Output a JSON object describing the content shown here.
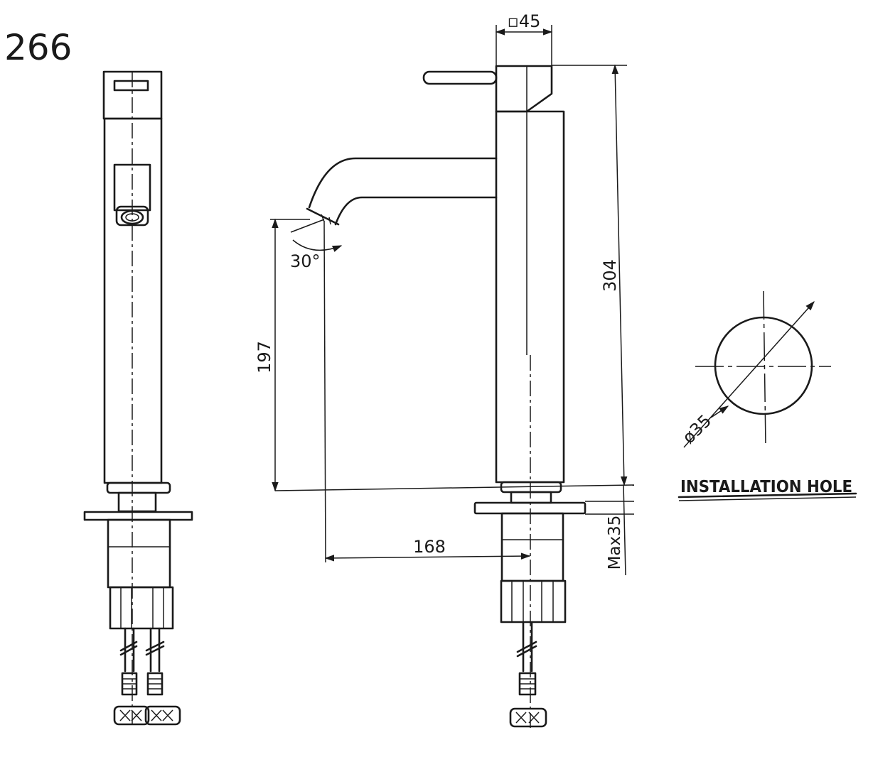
{
  "drawing": {
    "model_number": "266",
    "square_dimension": "▫45",
    "height_total": "304",
    "spout_height": "197",
    "spout_angle": "30°",
    "spout_reach": "168",
    "max_deck": "Max35",
    "hole_diameter": "ø35",
    "installation_caption": "INSTALLATION HOLE"
  },
  "colors": {
    "line": "#1a1a1a",
    "background": "#ffffff"
  }
}
